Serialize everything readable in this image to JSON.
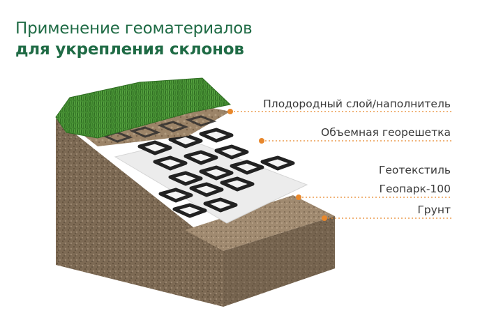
{
  "title": {
    "line1": "Применение геоматериалов",
    "line2": "для укрепления склонов"
  },
  "layers": {
    "fertile": "Плодородный слой/наполнитель",
    "geogrid": "Объемная георешетка",
    "geotextile_1": "Геотекстиль",
    "geotextile_2": "Геопарк-100",
    "soil": "Грунт"
  },
  "colors": {
    "title_green": "#1f6b45",
    "leader_orange": "#e8872b",
    "grass": "#3e8a2c",
    "soil": "#7a6650",
    "geotextile": "#eeeeee",
    "geogrid": "#2a2a2a"
  }
}
